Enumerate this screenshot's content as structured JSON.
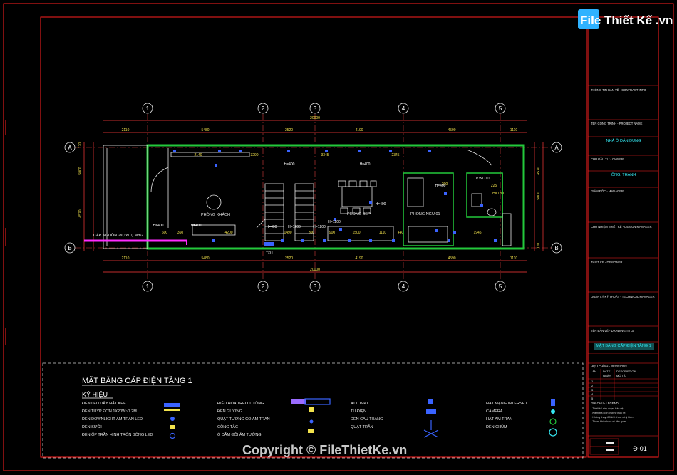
{
  "watermark": {
    "logo_text": "File Thiết Kế .vn",
    "copyright": "Copyright © FileThietKe.vn"
  },
  "plan": {
    "axes_top": [
      "1",
      "2",
      "3",
      "4",
      "5"
    ],
    "axes_side": [
      "A",
      "B"
    ],
    "dims_top": [
      "2110",
      "5480",
      "2520",
      "4190",
      "4590",
      "1110"
    ],
    "overall_top": "20000",
    "dims_bottom": [
      "2110",
      "5480",
      "2520",
      "4190",
      "4590",
      "1110"
    ],
    "overall_bottom": "20000",
    "dims_side_left": [
      "170",
      "5000",
      "4570"
    ],
    "dims_side_right": [
      "4570",
      "5000",
      "170"
    ],
    "inner_dims_top": [
      "2140",
      "3290",
      "3345",
      "2345"
    ],
    "inner_dims_bottom": [
      "600",
      "360",
      "4200",
      "1490",
      "300",
      "900",
      "1500",
      "1110",
      "440",
      "1945"
    ],
    "heights": [
      "H=400",
      "H=400",
      "H=1200",
      "H=1200",
      "H=400",
      "H=400",
      "H=400",
      "H=400",
      "H=400",
      "H=1200"
    ],
    "cable_label": "CÁP NGUỒN 2x(1x10) Mm2",
    "rooms": [
      "PHÒNG KHÁCH",
      "PHÒNG BẾP",
      "PHÒNG NGỦ 01",
      "P.WC 01"
    ],
    "panel_label": "TĐ1",
    "wc_dims": [
      "200",
      "225",
      "H=1200"
    ]
  },
  "legend": {
    "title": "MẶT BẰNG CẤP ĐIỆN TẦNG 1",
    "subtitle": "KÝ HIỆU",
    "col1": [
      "ĐÈN LED DÂY HẮT KHE",
      "ĐÈN TUÝP ĐƠN 1X20W~1.2M",
      "ĐÈN DOWNLIGHT ÂM TRẦN LED",
      "ĐÈN SƯỞI",
      "ĐÈN ỐP TRẦN HÌNH TRÒN BÓNG LED"
    ],
    "col2": [
      "ĐIỀU HÒA TREO TƯỜNG",
      "ĐÈN GƯƠNG",
      "QUẠT TƯỜNG CÔ ÂM TRẦN",
      "CÔNG TẮC",
      "Ổ CẮM ĐÔI ÂM TƯỜNG"
    ],
    "col3": [
      "ATTOMAT",
      "TỦ ĐIỆN",
      "ĐÈN CẦU THANG",
      "QUẠT TRẦN"
    ],
    "col4": [
      "HẠT MẠNG INTERNET",
      "CAMERA",
      "HẠT ÂM TRẦN",
      "ĐÈN CHÙM"
    ]
  },
  "titleblock": {
    "rows": [
      "THÔNG TIN BẢN VẼ - CONTRACT INFO",
      "TÊN CÔNG TRÌNH - PROJECT NAME",
      "NHÀ Ở DÂN DỤNG",
      "CHỦ ĐẦU TƯ - OWNER",
      "ÔNG. THÀNH",
      "GIÁM ĐỐC - MANAGER",
      "CHỦ NHIỆM THIẾT KẾ - DESIGN MANAGER",
      "THIẾT KẾ - DESIGNER",
      "QUẢN LÝ KỸ THUẬT - TECHNICAL MANAGER",
      "TÊN BẢN VẼ - DRAWING TITLE",
      "MẶT BẰNG CẤP ĐIỆN TẦNG 1"
    ],
    "revision_header": [
      "HIỆU CHỈNH - REVISIONS",
      "NGÀY",
      "MÔ TẢ",
      "LẦN",
      "DATE",
      "DESCRIPTION"
    ],
    "notes_title": "GHI CHÚ - LEGEND",
    "notes": [
      "- Thiết kế này được bảo vệ.",
      "- Kiểm tra kích thước thực tế.",
      "- Không thay đổi khi chưa có ý kiến.",
      "- Tham khảo bản vẽ liên quan."
    ],
    "sheet_no": "Đ-01"
  },
  "colors": {
    "frame": "#ff2020",
    "wall": "#23c93b",
    "text": "#ffffff",
    "legend_title": "#ffffff",
    "accent": "#35e8f2"
  }
}
